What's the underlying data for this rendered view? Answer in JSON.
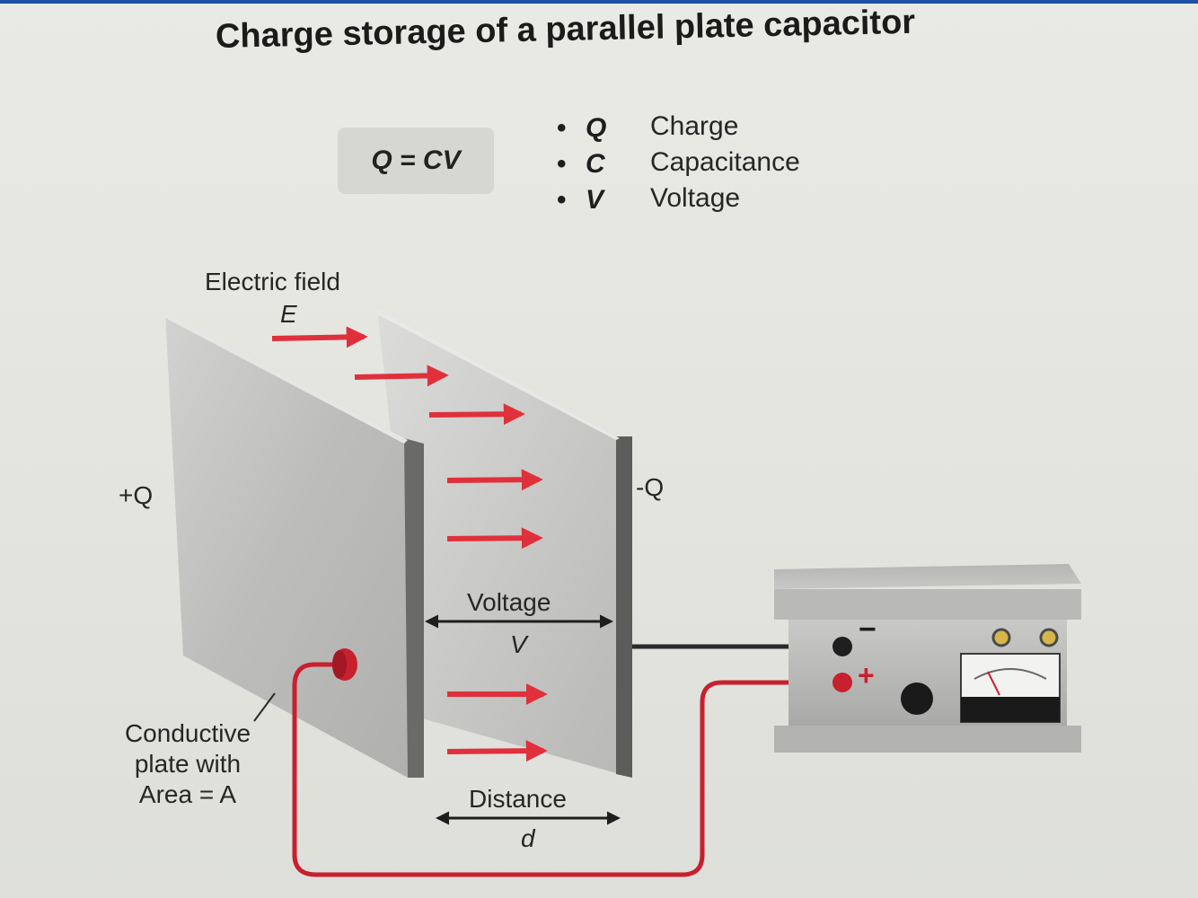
{
  "title": "Charge storage of a parallel plate capacitor",
  "formula": "Q = CV",
  "legend": [
    {
      "symbol": "Q",
      "description": "Charge"
    },
    {
      "symbol": "C",
      "description": "Capacitance"
    },
    {
      "symbol": "V",
      "description": "Voltage"
    }
  ],
  "labels": {
    "electric_field": "Electric field",
    "electric_field_symbol": "E",
    "positive_charge": "+Q",
    "negative_charge": "-Q",
    "voltage": "Voltage",
    "voltage_symbol": "V",
    "distance": "Distance",
    "distance_symbol": "d",
    "plate_line1": "Conductive",
    "plate_line2": "plate with",
    "plate_line3": "Area = A",
    "terminal_minus": "−",
    "terminal_plus": "+"
  },
  "colors": {
    "field_arrow": "#e0303b",
    "positive_wire": "#c8202e",
    "negative_wire": "#2a2a2a",
    "plate": "#bdbdbb"
  }
}
